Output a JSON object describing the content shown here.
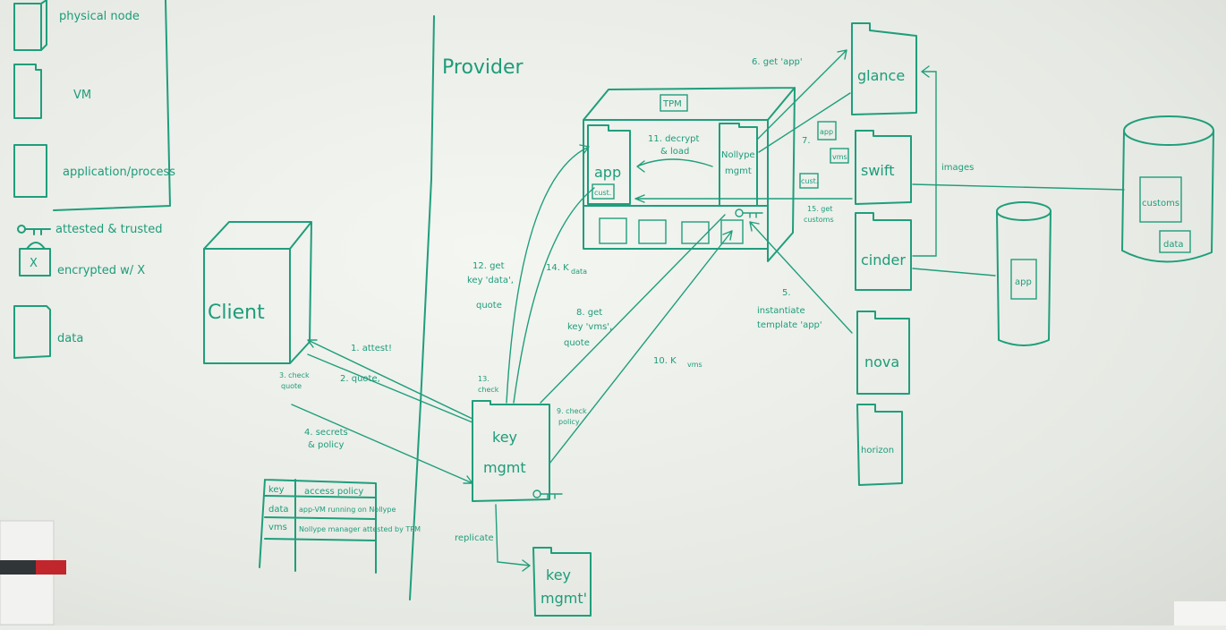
{
  "legend": {
    "physical_node": "physical node",
    "vm": "VM",
    "application": "application/process",
    "attested": "attested & trusted",
    "encrypted": "encrypted w/ X",
    "encrypted_mark": "X",
    "data": "data"
  },
  "provider_label": "Provider",
  "client_label": "Client",
  "tpm_label": "TPM",
  "node": {
    "app": "app",
    "cust": "cust.",
    "nolltype": "Nollype",
    "mgmt": "mgmt",
    "decrypt_load": "11. decrypt",
    "decrypt_load2": "& load"
  },
  "services": {
    "glance": "glance",
    "swift": "swift",
    "cinder": "cinder",
    "nova": "nova",
    "horizon": "horizon"
  },
  "storage": {
    "images": "images",
    "customs": "customs",
    "data": "data",
    "app": "app"
  },
  "keymgmt": {
    "key": "key",
    "mgmt": "mgmt",
    "replica_key": "key",
    "replica_mgmt": "mgmt'",
    "replicate": "replicate"
  },
  "steps": {
    "s1": "1. attest!",
    "s2": "2. quote,",
    "s3a": "3. check",
    "s3b": "quote",
    "s4a": "4. secrets",
    "s4b": "& policy",
    "s5a": "5.",
    "s5b": "instantiate",
    "s5c": "template 'app'",
    "s6": "6. get 'app'",
    "s7": "7.",
    "s7_app": "app",
    "s7_vms": "vms",
    "s8a": "8. get",
    "s8b": "key 'vms',",
    "s8c": "quote",
    "s9a": "9. check",
    "s9b": "policy",
    "s10": "10. K",
    "s10sub": "vms",
    "s12a": "12. get",
    "s12b": "key 'data',",
    "s12c": "quote",
    "s13a": "13.",
    "s13b": "check",
    "s14": "14. K",
    "s14sub": "data",
    "s15a": "15. get",
    "s15b": "customs",
    "s15_cust": "cust."
  },
  "policy_table": {
    "rows": [
      [
        "key",
        "access policy"
      ],
      [
        "data",
        "app-VM running on Nollype"
      ],
      [
        "vms",
        "Nollype manager attested by TPM"
      ]
    ]
  }
}
